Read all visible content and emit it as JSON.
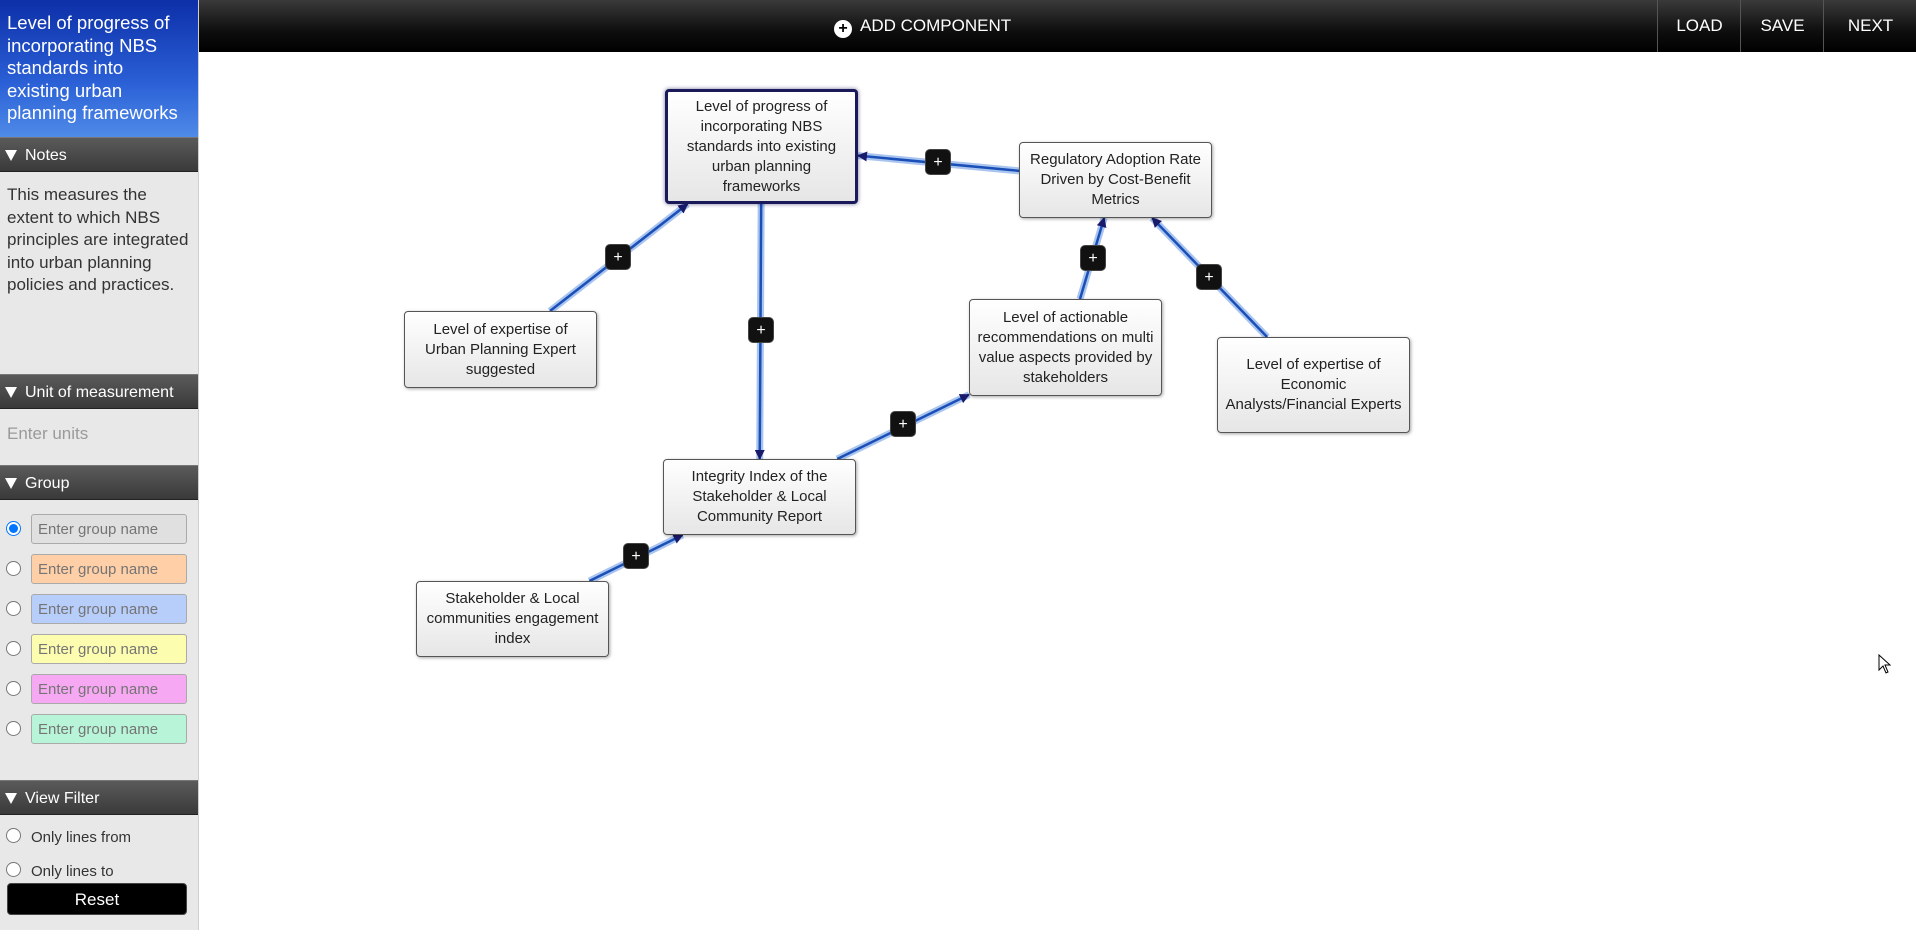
{
  "sidebar": {
    "title": "Level of progress of incorporating NBS standards into existing urban planning frameworks",
    "notes": {
      "header": "Notes",
      "text": "This measures the extent to which NBS principles are integrated into urban planning policies and practices."
    },
    "unit": {
      "header": "Unit of measurement",
      "placeholder": "Enter units"
    },
    "group": {
      "header": "Group",
      "placeholder": "Enter group name",
      "colors": [
        "#e0e0e0",
        "#ffcfa8",
        "#b7cdfa",
        "#fdfdb0",
        "#f7a8f2",
        "#b8f5d8"
      ]
    },
    "view_filter": {
      "header": "View Filter",
      "from_label": "Only lines from",
      "to_label": "Only lines to",
      "reset_label": "Reset"
    }
  },
  "toolbar": {
    "add_label": "ADD COMPONENT",
    "load_label": "LOAD",
    "save_label": "SAVE",
    "next_label": "NEXT"
  },
  "graph": {
    "nodes": [
      {
        "id": "n1",
        "label": "Level of progress of incorporating NBS standards into existing urban planning frameworks",
        "selected": true
      },
      {
        "id": "n2",
        "label": "Regulatory Adoption Rate Driven by Cost-Benefit Metrics"
      },
      {
        "id": "n3",
        "label": "Level of expertise of Urban Planning Expert suggested"
      },
      {
        "id": "n4",
        "label": "Level of actionable recommendations on multi value aspects provided by stakeholders"
      },
      {
        "id": "n5",
        "label": "Level of expertise of Economic Analysts/Financial Experts"
      },
      {
        "id": "n6",
        "label": "Integrity Index of the Stakeholder & Local Community Report"
      },
      {
        "id": "n7",
        "label": "Stakeholder & Local communities engagement index"
      }
    ],
    "edges": [
      {
        "from": "n2",
        "to": "n1"
      },
      {
        "from": "n3",
        "to": "n1"
      },
      {
        "from": "n1",
        "to": "n6"
      },
      {
        "from": "n6",
        "to": "n4"
      },
      {
        "from": "n4",
        "to": "n2"
      },
      {
        "from": "n5",
        "to": "n2"
      },
      {
        "from": "n7",
        "to": "n6"
      }
    ],
    "edge_color": "#1a4fb8",
    "arrow_color": "#1a1a6a"
  }
}
